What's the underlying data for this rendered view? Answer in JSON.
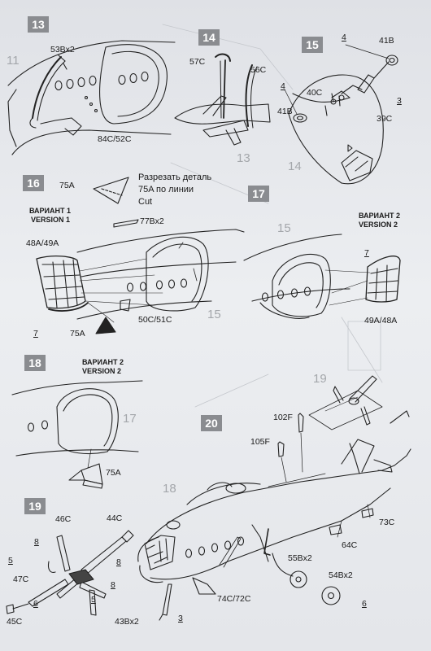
{
  "steps": {
    "s13": "13",
    "s14": "14",
    "s15": "15",
    "s16": "16",
    "s17": "17",
    "s18": "18",
    "s19": "19",
    "s20": "20"
  },
  "refs": {
    "r11": "11",
    "r13": "13",
    "r14": "14",
    "r15a": "15",
    "r15b": "15",
    "r17": "17",
    "r18": "18",
    "r19": "19"
  },
  "cut_note": {
    "ru1": "Разрезать деталь",
    "ru2": "75A по линии",
    "en": "Cut"
  },
  "versions": {
    "v1_ru": "ВАРИАНТ 1",
    "v1_en": "VERSION 1",
    "v2_ru": "ВАРИАНТ 2",
    "v2_en": "VERSION 2"
  },
  "labels": {
    "p53Bx2": "53Bx2",
    "p84C52C": "84C/52C",
    "p57C": "57C",
    "p56C": "56C",
    "p4a": "4",
    "p41Ba": "41B",
    "p4b": "4",
    "p40C": "40C",
    "p3": "3",
    "p41Bb": "41B",
    "p39C": "39C",
    "p75Acut": "75A",
    "p77Bx2": "77Bx2",
    "p48A49A": "48A/49A",
    "p50C51C": "50C/51C",
    "p7a": "7",
    "p75Av1": "75A",
    "p7b": "7",
    "p49A48A": "49A/48A",
    "p75Av2": "75A",
    "p102F": "102F",
    "p105F": "105F",
    "p73C": "73C",
    "p64C": "64C",
    "p55Bx2": "55Bx2",
    "p54Bx2": "54Bx2",
    "p6a": "6",
    "p74C72C": "74C/72C",
    "p43Bx2": "43Bx2",
    "p3b": "3",
    "p46C": "46C",
    "p44C": "44C",
    "p8a": "8",
    "p5a": "5",
    "p8b": "8",
    "p47C": "47C",
    "p8c": "8",
    "p5b": "5",
    "p6b": "6",
    "p45C": "45C"
  }
}
